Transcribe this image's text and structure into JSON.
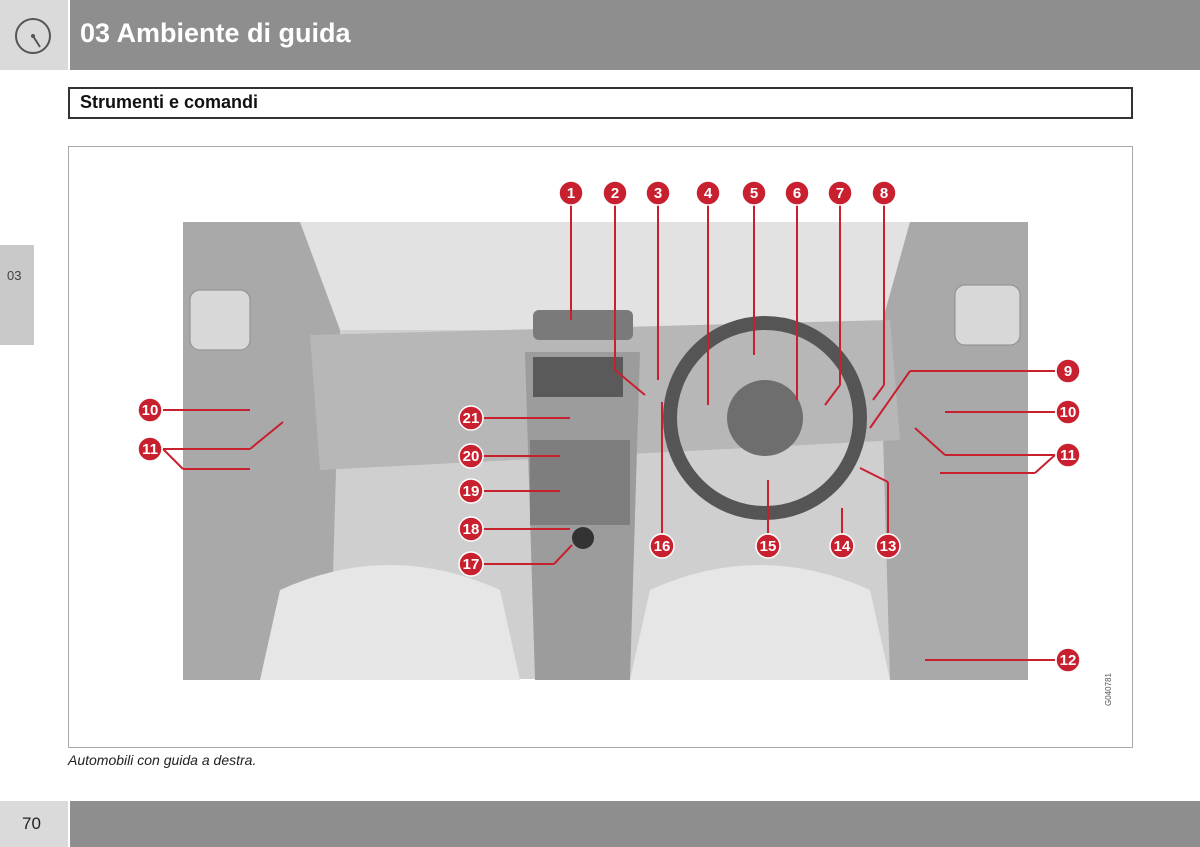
{
  "header": {
    "title": "03 Ambiente di guida",
    "icon": "gauge-icon"
  },
  "section": {
    "title": "Strumenti e comandi"
  },
  "chapter_tab": {
    "label": "03"
  },
  "figure": {
    "caption": "Automobili con guida a destra.",
    "code": "G040781",
    "callout_color": "#c8202f",
    "callouts": [
      "1",
      "2",
      "3",
      "4",
      "5",
      "6",
      "7",
      "8",
      "9",
      "10",
      "11",
      "12",
      "13",
      "14",
      "15",
      "16",
      "17",
      "18",
      "19",
      "20",
      "21"
    ]
  },
  "footer": {
    "page_number": "70"
  }
}
